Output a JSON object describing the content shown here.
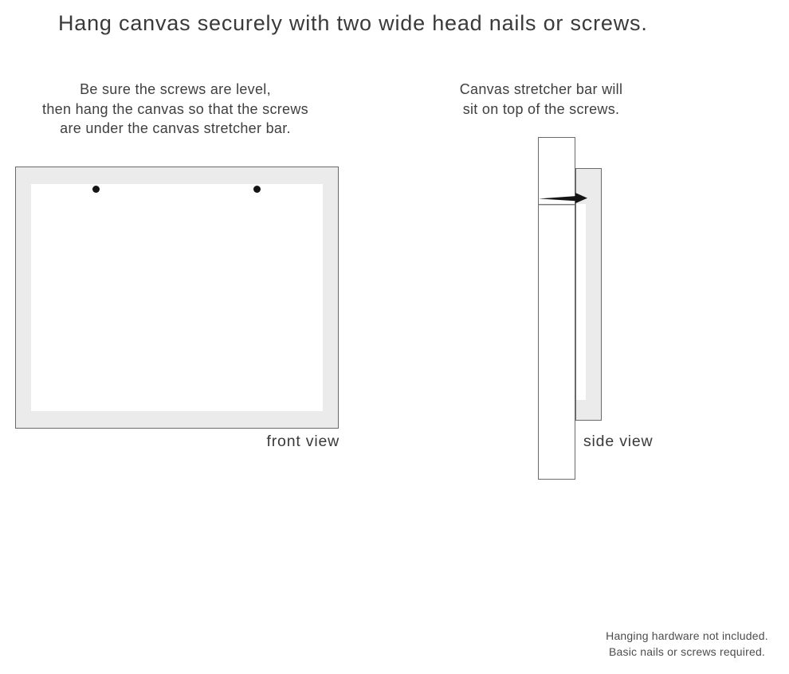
{
  "page": {
    "title": "Hang canvas securely with two wide head nails or screws."
  },
  "instructions": {
    "left": {
      "line1": "Be sure the screws are level,",
      "line2": "then hang the canvas so that the screws",
      "line3": "are under the canvas stretcher bar."
    },
    "right": {
      "line1": "Canvas stretcher bar will",
      "line2": "sit on top of the screws."
    }
  },
  "front_view": {
    "label": "front view",
    "nail_count": 2
  },
  "side_view": {
    "label": "side view"
  },
  "footnote": {
    "line1": "Hanging hardware not included.",
    "line2": "Basic nails or screws required."
  },
  "colors": {
    "frame_fill": "#ebebeb",
    "canvas_fill": "#ffffff",
    "border_color": "#6a6a6a",
    "nail_color": "#151515",
    "text_color": "#3a3a3a"
  }
}
